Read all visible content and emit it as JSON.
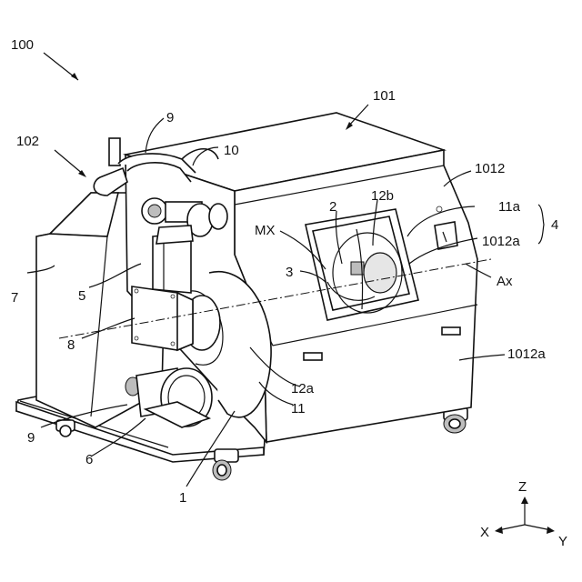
{
  "figure": {
    "labels": {
      "l100": "100",
      "l101": "101",
      "l102": "102",
      "l9a": "9",
      "l10": "10",
      "l1012": "1012",
      "l2": "2",
      "l12b": "12b",
      "l11a": "11a",
      "l4": "4",
      "lMX": "MX",
      "l1012a_upper": "1012a",
      "l3": "3",
      "lAx": "Ax",
      "l7": "7",
      "l5": "5",
      "l8": "8",
      "l1012a_lower": "1012a",
      "l12a": "12a",
      "l11": "11",
      "l9b": "9",
      "l6": "6",
      "l1": "1"
    },
    "axes": {
      "z": "Z",
      "x": "X",
      "y": "Y"
    }
  }
}
